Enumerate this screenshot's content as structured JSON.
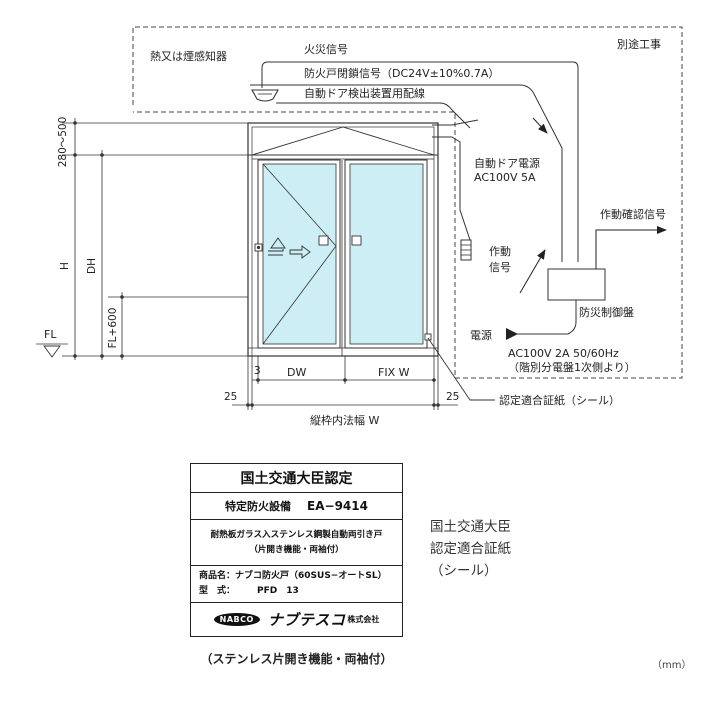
{
  "labels": {
    "separate_work": "別途工事",
    "detector": "熱又は煙感知器",
    "fire_signal": "火災信号",
    "close_signal": "防火戸閉鎖信号（DC24V±10%0.7A）",
    "door_wiring": "自動ドア検出装置用配線",
    "door_power_line1": "自動ドア電源",
    "door_power_line2": "AC100V 5A",
    "confirm_signal": "作動確認信号",
    "act_signal_line1": "作動",
    "act_signal_line2": "信号",
    "panel": "防災制御盤",
    "power": "電源",
    "ac_spec_line1": "AC100V 2A 50/60Hz",
    "ac_spec_line2": "（階別分電盤1次側より）",
    "seal_callout": "認定適合証紙（シール）"
  },
  "dimensions": {
    "top_range": "280～500",
    "dh": "DH",
    "h": "H",
    "fl600": "FL+600",
    "fl": "FL",
    "three": "3",
    "dw": "DW",
    "fixw": "FIX W",
    "left25": "25",
    "right25": "25",
    "inner_width": "縦枠内法幅 W"
  },
  "seal": {
    "title": "国土交通大臣認定",
    "equip": "特定防火設備",
    "number": "EA−9414",
    "desc_line1": "耐熱板ガラス入ステンレス鋼製自動両引き戸",
    "desc_line2": "（片開き機能・両袖付）",
    "product_label": "商品名：",
    "product_value": "ナブコ防火戸（60SUS−オートSL）",
    "model_label": "型　式：",
    "model_value": "PFD　13",
    "logo_nabco": "NABCO",
    "logo_nabtesco": "ナブテスコ",
    "logo_kk": "株式会社"
  },
  "seal_caption": "（ステンレス片開き機能・両袖付）",
  "seal_note": [
    "国土交通大臣",
    "認定適合証紙",
    "（シール）"
  ],
  "unit": "（mm）",
  "colors": {
    "glass": "#cdeef4",
    "line": "#333333"
  }
}
